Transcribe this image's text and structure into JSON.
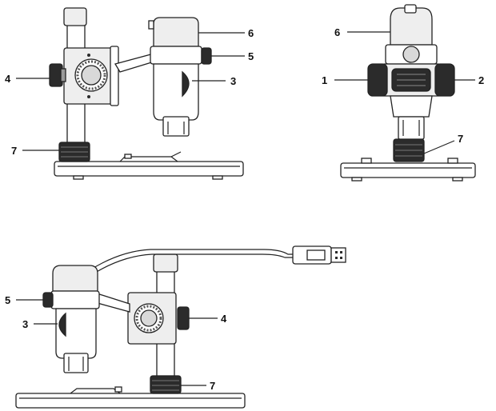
{
  "figure": {
    "views": [
      {
        "id": "side-view",
        "callouts": [
          {
            "key": "tilt-knob",
            "label": "4"
          },
          {
            "key": "focus-wheel",
            "label": "3"
          },
          {
            "key": "cap",
            "label": "6"
          },
          {
            "key": "side-knob",
            "label": "5"
          },
          {
            "key": "height-ring",
            "label": "7"
          }
        ]
      },
      {
        "id": "front-view",
        "callouts": [
          {
            "key": "cap",
            "label": "6"
          },
          {
            "key": "left-wheel",
            "label": "1"
          },
          {
            "key": "right-wheel",
            "label": "2"
          },
          {
            "key": "height-ring",
            "label": "7"
          }
        ]
      },
      {
        "id": "usb-view",
        "callouts": [
          {
            "key": "side-knob",
            "label": "5"
          },
          {
            "key": "focus-wheel",
            "label": "3"
          },
          {
            "key": "tilt-knob",
            "label": "4"
          },
          {
            "key": "height-ring",
            "label": "7"
          }
        ]
      }
    ]
  }
}
